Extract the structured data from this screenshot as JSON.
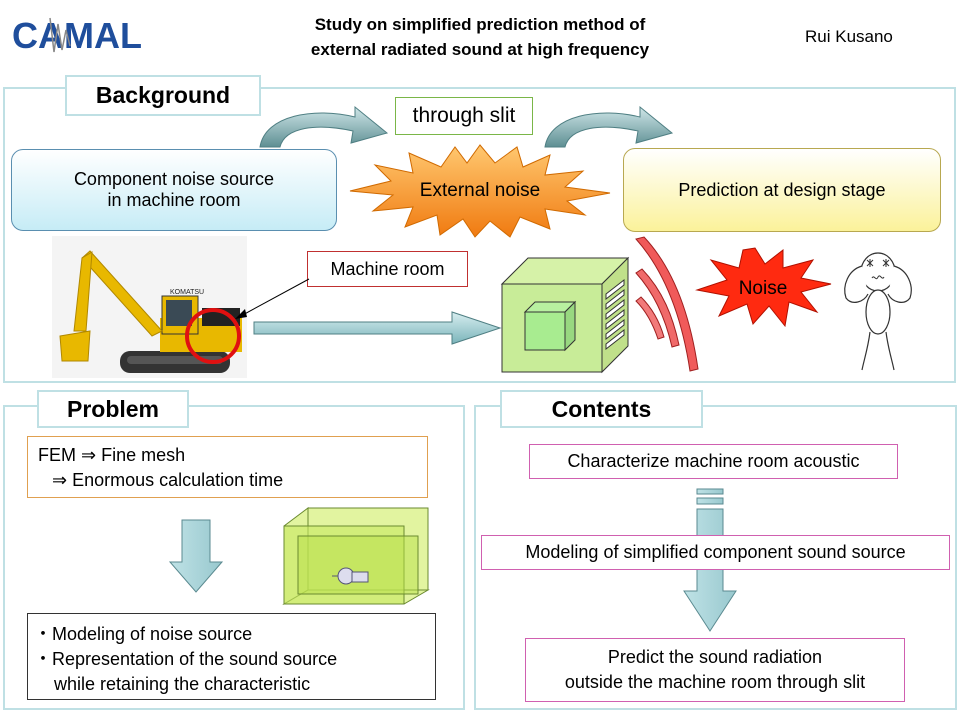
{
  "header": {
    "logo_text": "CAMAL",
    "title_line1": "Study on simplified prediction method of",
    "title_line2": "external radiated sound at high frequency",
    "author": "Rui Kusano"
  },
  "background": {
    "heading": "Background",
    "through_slit": "through slit",
    "component_line1": "Component noise source",
    "component_line2": "in machine room",
    "external_noise": "External noise",
    "prediction": "Prediction at design stage",
    "machine_room": "Machine room",
    "noise": "Noise",
    "excavator_brand": "KOMATSU"
  },
  "problem": {
    "heading": "Problem",
    "fem_line1": "FEM  ⇒  Fine mesh",
    "fem_line2": "⇒  Enormous calculation time",
    "bullet1": "・Modeling of noise source",
    "bullet2": "・Representation of the sound source",
    "bullet3": "while retaining the characteristic"
  },
  "contents": {
    "heading": "Contents",
    "step1": "Characterize machine room acoustic",
    "step2": "Modeling of simplified component sound source",
    "step3_line1": "Predict the sound radiation",
    "step3_line2": "outside the machine room through slit"
  }
}
